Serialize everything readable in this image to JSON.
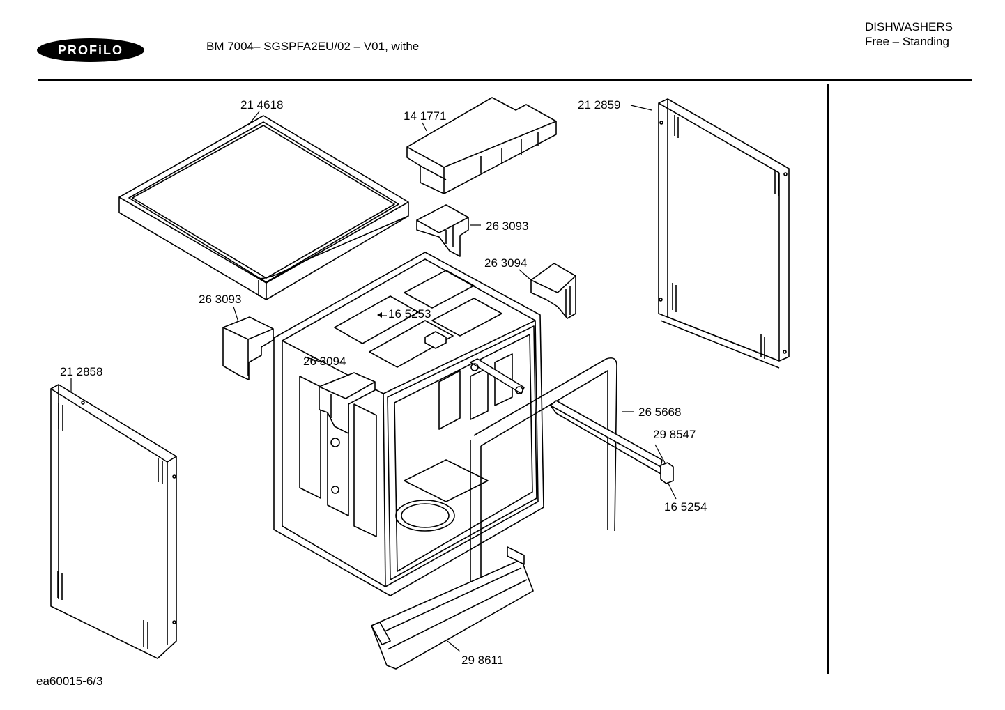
{
  "header": {
    "brand": "PROFiLO",
    "model": "BM 7004– SGSPFA2EU/02 – V01, withe",
    "category": "DISHWASHERS",
    "subcategory": "Free – Standing"
  },
  "parts": {
    "top_cover": "21 4618",
    "control_cover": "14 1771",
    "right_panel": "21 2859",
    "hinge_right_upper": "26 3093",
    "hinge_right_lower": "26 3094",
    "hinge_left_upper": "26 3093",
    "bracket_center": "16 5253",
    "hinge_left_lower": "26 3094",
    "left_panel": "21 2858",
    "door_seal": "26 5668",
    "rail": "29 8547",
    "rail_stop": "16 5254",
    "base_strip": "29 8611"
  },
  "footer": {
    "code": "ea60015-6/3"
  }
}
